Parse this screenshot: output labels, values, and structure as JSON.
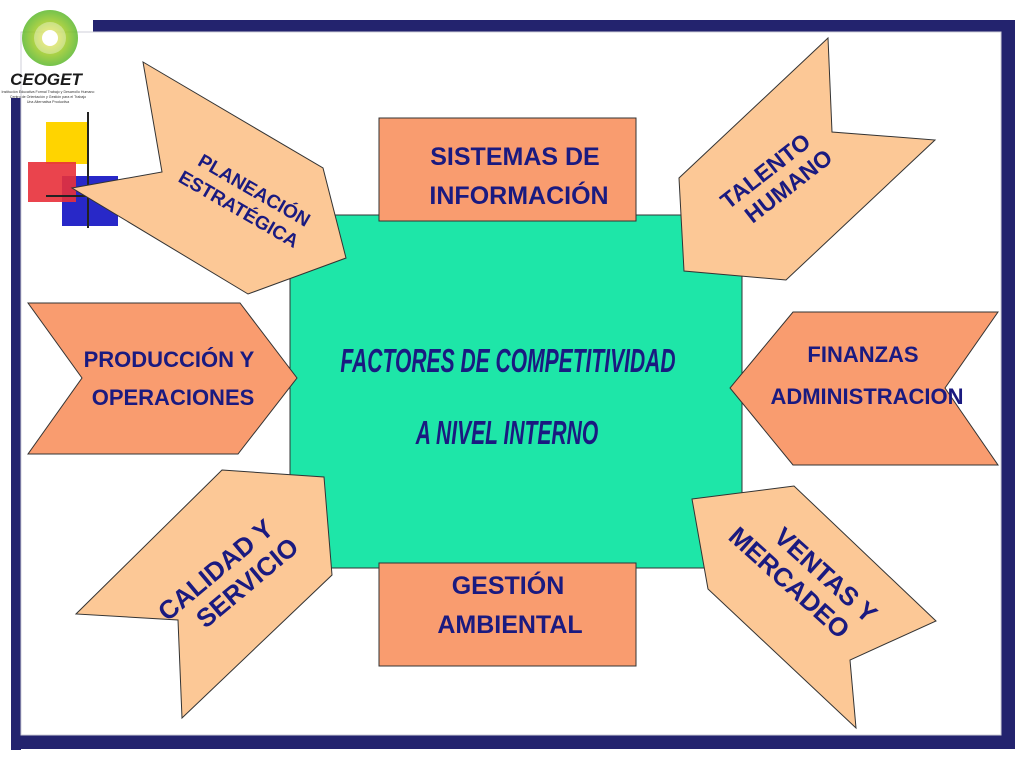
{
  "logo": {
    "name": "CEOGET",
    "subtitle_lines": [
      "Institución Educativa Formal Trabajo y Desarrollo Humano",
      "Centro de Orientación y Gestión para el Trabajo",
      "Una Alternativa Productiva"
    ]
  },
  "center": {
    "line1": "FACTORES DE COMPETITIVIDAD",
    "line2": "A NIVEL INTERNO",
    "color": "#1ee6a8"
  },
  "boxes": {
    "top": {
      "line1": "SISTEMAS DE",
      "line2": "INFORMACIÓN"
    },
    "bottom": {
      "line1": "GESTIÓN",
      "line2": "AMBIENTAL"
    }
  },
  "arrows": {
    "planeacion": {
      "line1": "PLANEACIÓN",
      "line2": "ESTRATÉGICA"
    },
    "talento": {
      "line1": "TALENTO",
      "line2": "HUMANO"
    },
    "produccion": {
      "line1": "PRODUCCIÓN Y",
      "line2": "OPERACIONES"
    },
    "finanzas": {
      "line1": "FINANZAS",
      "line2": "ADMINISTRACION"
    },
    "calidad": {
      "line1": "CALIDAD Y",
      "line2": "SERVICIO"
    },
    "ventas": {
      "line1": "VENTAS Y",
      "line2": "MERCADEO"
    }
  },
  "colors": {
    "frame": "#23236e",
    "box_fill": "#f99c6f",
    "arrow_light": "#fcc896",
    "arrow_dark": "#f99c6f",
    "text": "#1a1a80"
  }
}
